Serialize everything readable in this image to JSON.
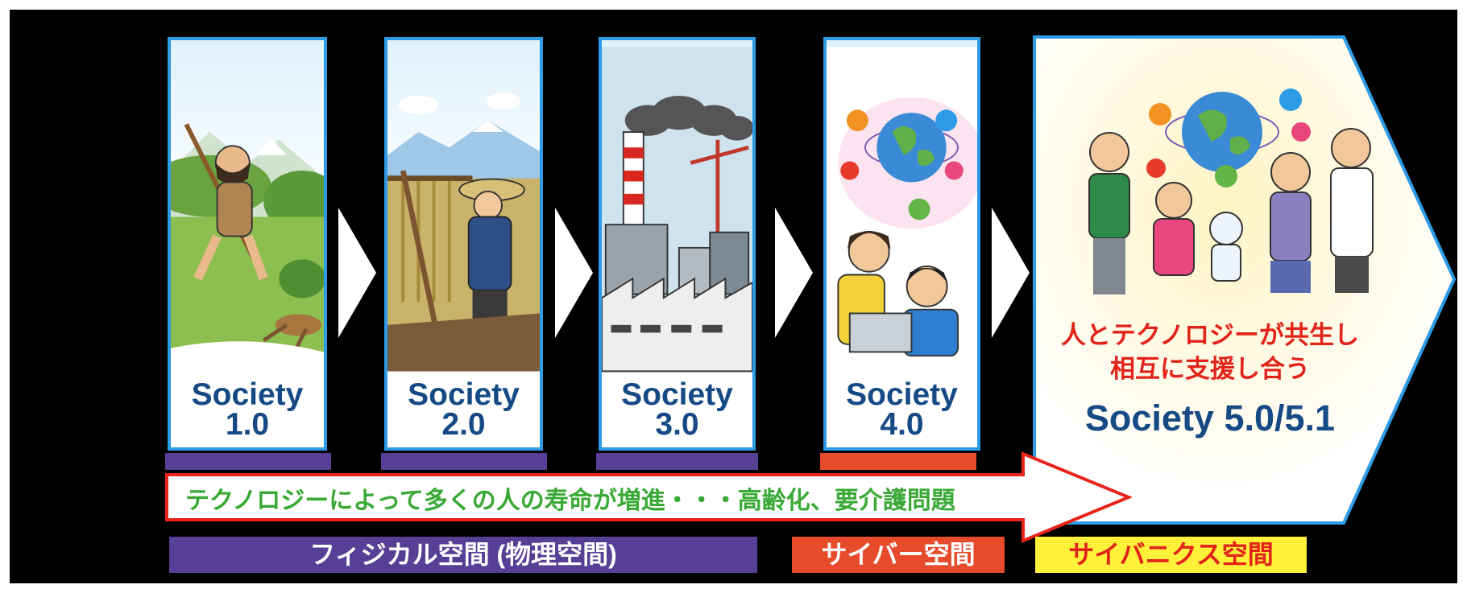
{
  "stages": [
    {
      "label_line1": "Society",
      "label_line2": "1.0"
    },
    {
      "label_line1": "Society",
      "label_line2": "2.0"
    },
    {
      "label_line1": "Society",
      "label_line2": "3.0"
    },
    {
      "label_line1": "Society",
      "label_line2": "4.0"
    }
  ],
  "final_stage": {
    "tagline_line1": "人とテクノロジーが共生し",
    "tagline_line2": "相互に支援し合う",
    "label": "Society 5.0/5.1"
  },
  "arrow_text": "テクノロジーによって多くの人の寿命が増進・・・高齢化、要介護問題",
  "spaces": {
    "physical": "フィジカル空間 (物理空間)",
    "cyber": "サイバー空間",
    "cybernics": "サイバニクス空間"
  },
  "colors": {
    "panel_border": "#2e9be6",
    "label_blue": "#164a85",
    "physical_bar": "#573f95",
    "cyber_bar": "#e64b2b",
    "cybernics_bar": "#fff03a",
    "arrow_outline": "#e8231a",
    "arrow_text": "#3aa936",
    "tagline_red": "#e2231a"
  }
}
